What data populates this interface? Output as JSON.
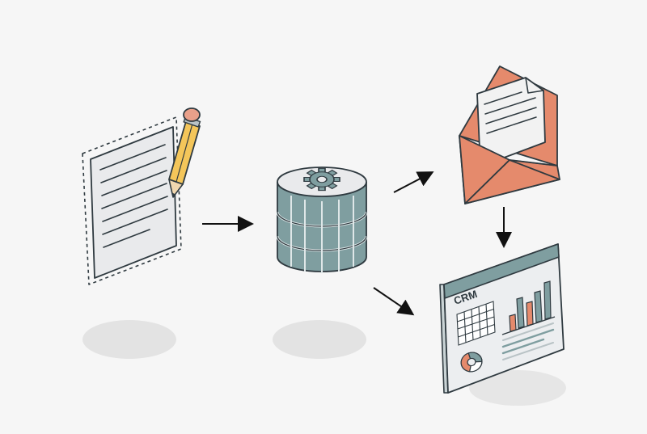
{
  "diagram": {
    "nodes": [
      {
        "id": "form",
        "icon": "document-pencil-icon"
      },
      {
        "id": "database",
        "icon": "database-gear-icon"
      },
      {
        "id": "email",
        "icon": "open-envelope-icon"
      },
      {
        "id": "crm",
        "icon": "crm-dashboard-icon",
        "label": "CRM"
      }
    ],
    "edges": [
      {
        "from": "form",
        "to": "database"
      },
      {
        "from": "database",
        "to": "email"
      },
      {
        "from": "database",
        "to": "crm"
      },
      {
        "from": "email",
        "to": "crm"
      }
    ]
  },
  "colors": {
    "background": "#f6f6f6",
    "outline": "#2f3a40",
    "database": "#7f9ea0",
    "envelope": "#e58a6c",
    "pencil": "#f4c65a",
    "eraser": "#e9a08a",
    "bar_salmon": "#e58a6c",
    "bar_slate": "#7f9ea0",
    "shadow": "#e3e3e3"
  }
}
